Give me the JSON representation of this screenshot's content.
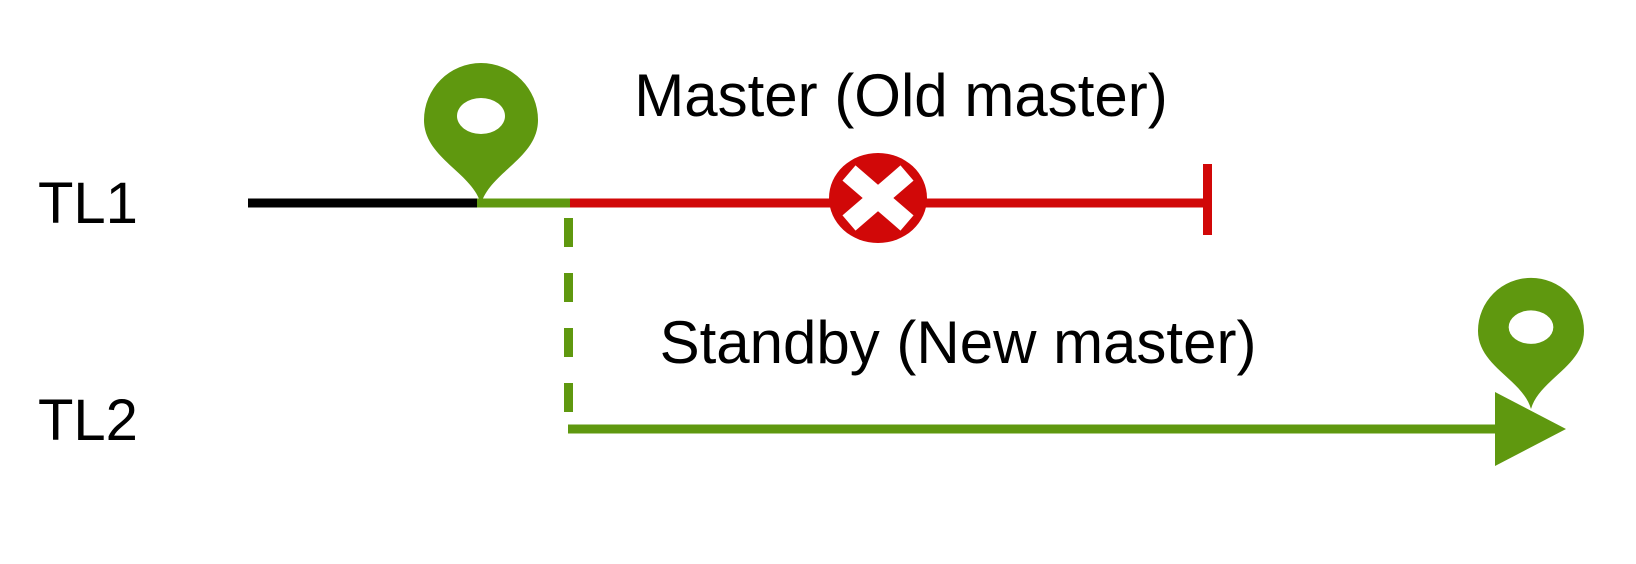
{
  "diagram": {
    "type": "timeline-failover-diagram",
    "timelines": {
      "tl1": {
        "label": "TL1",
        "annotation": "Master (Old master)"
      },
      "tl2": {
        "label": "TL2",
        "annotation": "Standby (New master)"
      }
    },
    "icons": {
      "start_marker": "map-pin-icon",
      "end_marker": "map-pin-icon",
      "failure_marker": "crossed-circle-icon",
      "tl1_end": "end-tick",
      "tl2_end": "arrowhead",
      "branch": "dashed-branch-line"
    },
    "colors": {
      "green": "#5F980F",
      "red": "#D10808",
      "black": "#000000",
      "white": "#FFFFFF",
      "background": "#FFFFFF"
    }
  }
}
